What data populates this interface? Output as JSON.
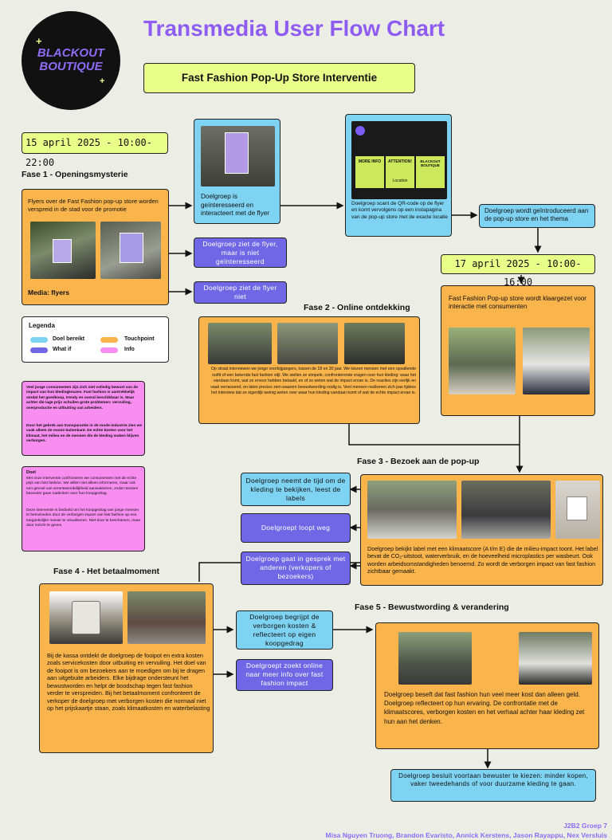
{
  "logo": {
    "line1": "BLACKOUT",
    "line2": "BOUTIQUE",
    "plus": "+"
  },
  "title": "Transmedia User Flow Chart",
  "subtitle": "Fast Fashion Pop-Up Store Interventie",
  "date1": "15 april 2025 - 10:00-22:00",
  "date2": "17 april 2025 - 10:00-16:00",
  "phases": {
    "p1": "Fase 1 - Openingsmysterie",
    "p2": "Fase 2 - Online ontdekking",
    "p3": "Fase 3 - Bezoek aan de pop-up",
    "p4": "Fase 4 - Het betaalmoment",
    "p5": "Fase 5 - Bewustwording & verandering"
  },
  "fase1": {
    "touchpoint_text": "Flyers over de Fast Fashion pop-up store worden verspreid in de stad voor de promotie",
    "media": "Media: flyers",
    "goal_interest": "Doelgroep is geïnteresseerd en interacteert met de flyer",
    "qr_text": "Doelgroep scant de QR-code op de flyer en komt vervolgens op een instapagina van de pop-up store met de exacte locatie",
    "whatif_not_interested": "Doelgroep ziet de flyer, maar is niet geïnteresseerd",
    "whatif_not_seen": "Doelgroep ziet de flyer niet",
    "introduced": "Doelgroep wordt geïntroduceerd aan de pop-up store en het thema"
  },
  "insta": {
    "more_info": "MORE INFO",
    "attention": "ATTENTION!",
    "location": "Location",
    "brand": "BLACKOUT BOUTIQUE"
  },
  "legend": {
    "title": "Legenda",
    "doel": "Doel bereikt",
    "touchpoint": "Touchpoint",
    "whatif": "What if",
    "info": "Info",
    "colors": {
      "doel": "#7fd3f2",
      "touchpoint": "#f9b44c",
      "whatif": "#6f67e6",
      "info": "#f78ef0"
    }
  },
  "info1": {
    "p1": "Veel jonge consumenten zijn zich niet volledig bewust van de impact van hun kledingkeuzes. Fast fashion is aantrekkelijk omdat het goedkoop, trendy en overal beschikbaar is. Maar achter die lage prijs schuilen grote problemen: vervuiling, overproductie en uitbuiting van arbeiders.",
    "p2": "Door het gebrek aan transparantie in de mode-industrie zien we vaak alleen de mooie buitenkant. De echte kosten voor het klimaat, het milieu en de mensen die de kleding maken blijven verborgen."
  },
  "info2": {
    "title": "Doel",
    "p1": "Met onze interventie confronteren we consumenten met de echte prijs van fast fashion. We willen niet alleen informeren, maar ook een gevoel van verantwoordelijkheid aanwakkeren, zodat mensen bewuster gaan nadenken over hun koopgedrag.",
    "p2": "Deze interventie is bedoeld om het koopgedrag van jonge mensen te beïnvloeden door de verborgen impact van fast fashion op een toegankelijke manier te visualiseren. Niet door te beschamen, maar door inzicht te geven."
  },
  "fase2": {
    "text": "Op straat interviewen we jonge voorbijgangers, tussen de 18 en 30 jaar. We kiezen mensen met een opvallende outfit of een bekende fast fashion stijl. We stellen ze simpele, confronterende vragen over hun kleding: waar het vandaan komt, wat ze ervoor hebben betaald, en of ze weten wat de impact ervan is. De reacties zijn eerlijk en vaak verrassend, en laten precies zien waarom bewustwording nodig is. Veel mensen realiseren zich pas tijdens het interview dat ze eigenlijk weinig weten over waar hun kleding vandaan komt of wat de echte impact ervan is."
  },
  "fase_ready": "Fast Fashion Pop-up store wordt klaargezet voor interactie met consumenten",
  "fase3": {
    "labels": "Doelgroep neemt de tijd om de kleding te bekijken, leest de labels",
    "walks_away": "Doelgroept loopt weg",
    "conversation": "Doelgroep gaat in gesprek met anderen (verkopers of bezoekers)",
    "main": "Doelgroep bekijkt label met een klimaatscore (A t/m E) die de milieu-impact toont. Het label bevat de CO₂-uitstoot, waterverbruik, en de hoeveelheid microplastics per wasbeurt. Ook worden arbeidsomstandigheden benoemd. Zo wordt de verborgen impact van fast fashion zichtbaar gemaakt."
  },
  "fase4": {
    "main": "Bij de kassa ontdekt de doelgroep de fooipot en extra kosten zoals servicekosten door uitbuiting en vervuiling. Het doel van de fooipot is om bezoekers aan te moedigen om bij te dragen aan uitgebuite arbeiders. Elke bijdrage ondersteunt het bewustworden en helpt de boodschap tegen fast fashion verder te verspreiden. Bij het betaalmoment confronteert de verkoper de doelgroep met verborgen kosten die normaal niet op het prijskaartje staan, zoals klimaatkosten en waterbelasting",
    "understands": "Doelgroep begrijpt de verborgen kosten & reflecteert op eigen koopgedrag",
    "searches": "Doelgroept zoekt online naar meer info over fast fashion impact"
  },
  "fase5": {
    "main": "Doelgroep beseft dat fast fashion hun veel meer kost dan alleen geld. Doelgroep reflecteert op hun ervaring. De confrontatie met de klimaatscores, verborgen kosten en het verhaal achter haar kleding zet hun aan het denken.",
    "final": "Doelgroep besluit voortaan bewuster te kiezen: minder kopen, vaker tweedehands of voor duurzame kleding te gaan."
  },
  "footer": {
    "group": "J2B2 Groep 7",
    "names": "Misa Nguyen Truong, Brandon Evaristo, Annick Kerstens, Jason Rayappu, Nex Versluis"
  }
}
